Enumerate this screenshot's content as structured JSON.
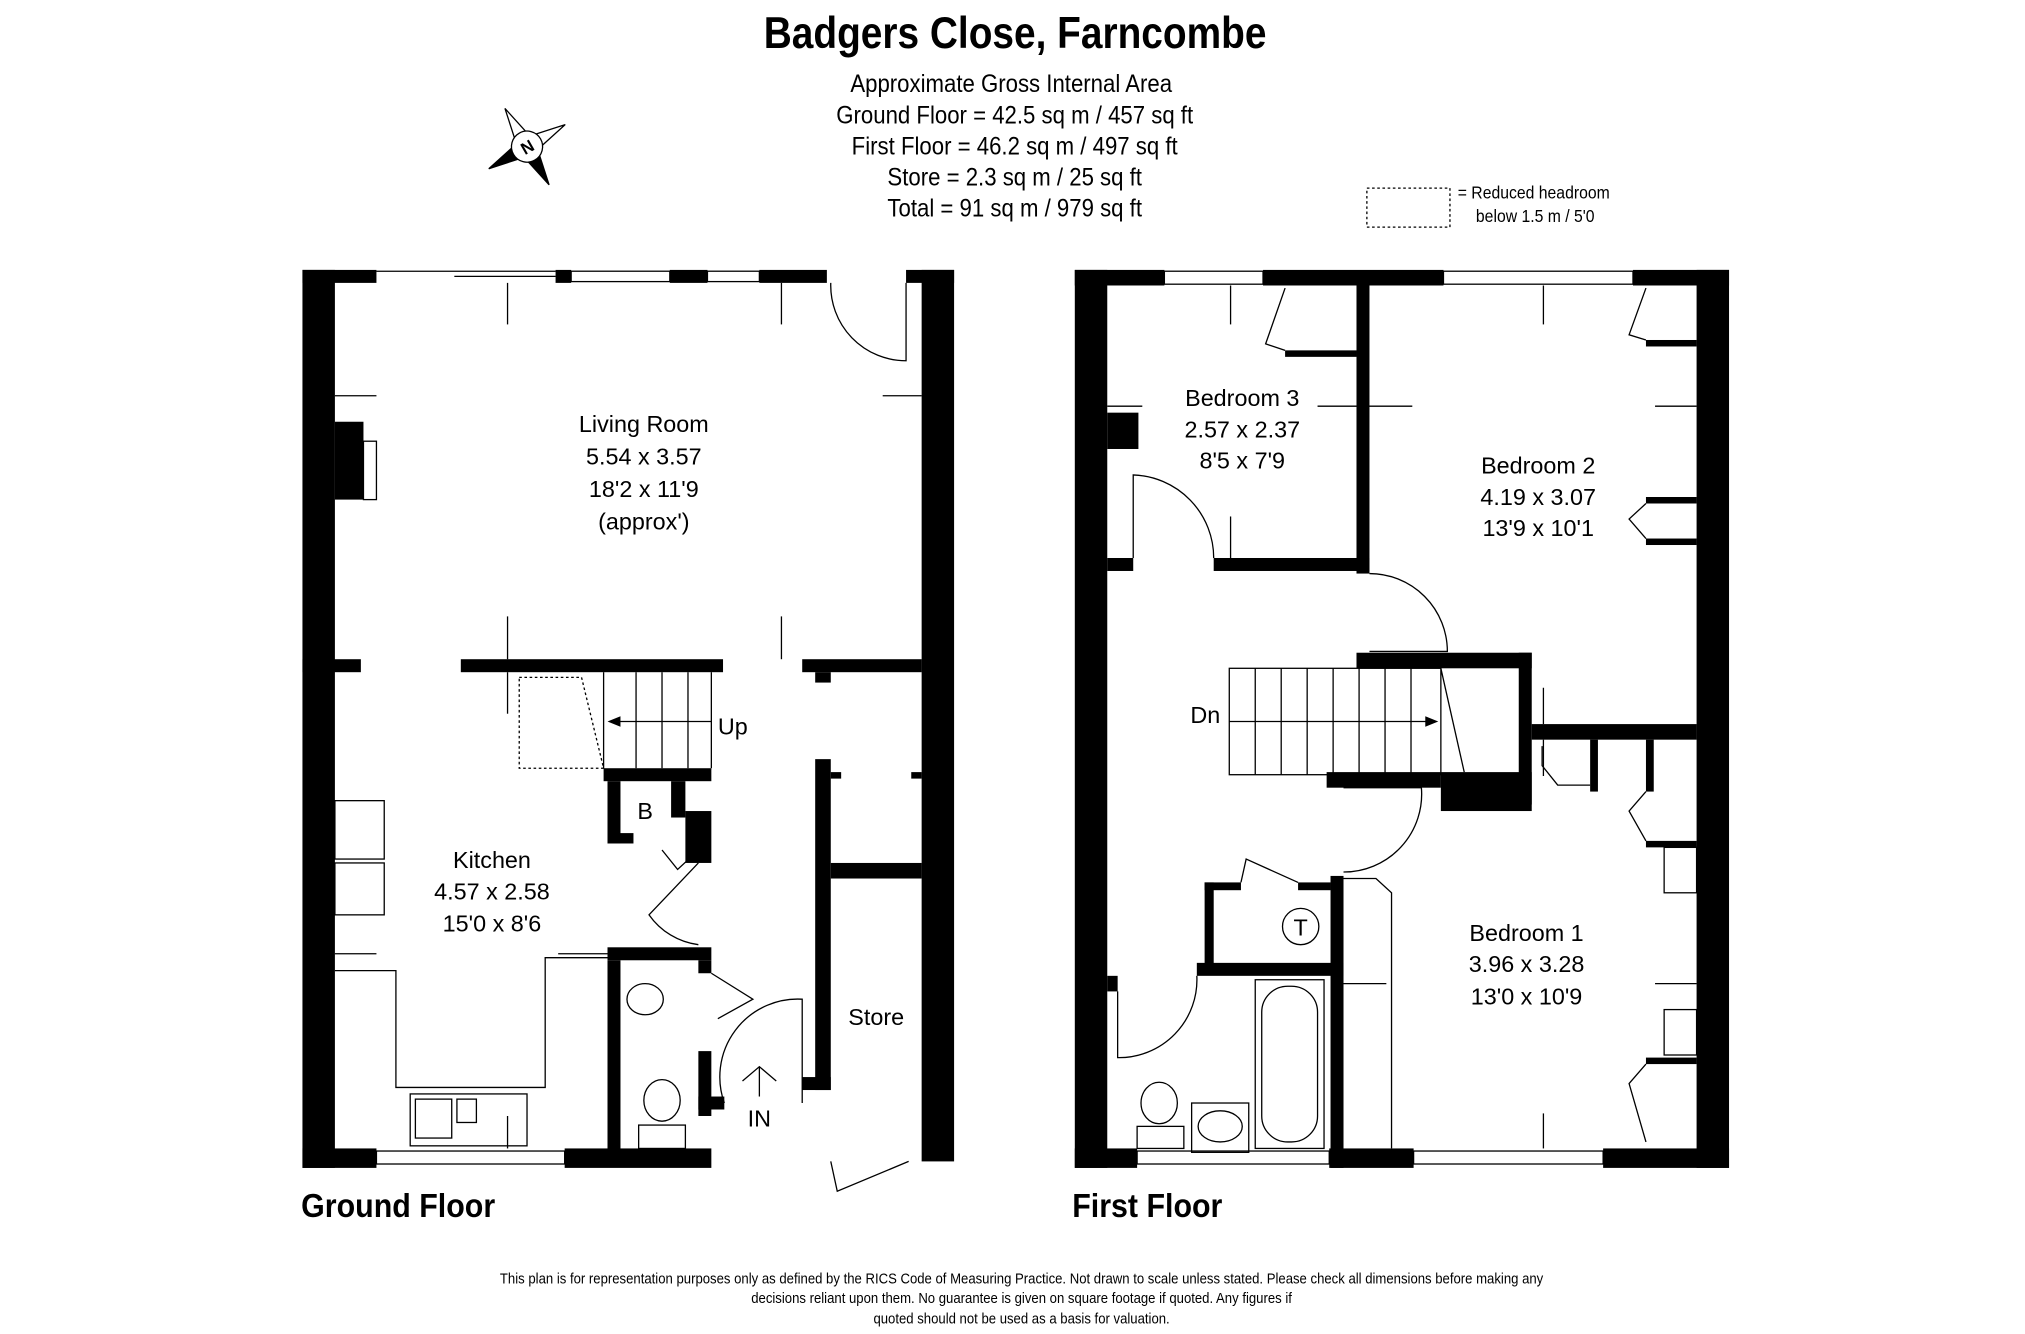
{
  "header": {
    "title": "Badgers Close, Farncombe",
    "area_heading": "Approximate Gross Internal Area",
    "area_lines": [
      "Ground Floor = 42.5 sq m / 457 sq ft",
      "First Floor = 46.2 sq m / 497 sq ft",
      "Store = 2.3 sq m / 25 sq ft",
      "Total = 91 sq m / 979 sq ft"
    ]
  },
  "compass": {
    "label": "N",
    "icon": "compass-rose-icon"
  },
  "legend": {
    "line1": "=  Reduced headroom",
    "line2": "below 1.5 m / 5'0"
  },
  "ground_floor": {
    "label": "Ground Floor",
    "living_room": {
      "name": "Living Room",
      "metric": "5.54 x 3.57",
      "imperial": "18'2 x 11'9",
      "note": "(approx')"
    },
    "kitchen": {
      "name": "Kitchen",
      "metric": "4.57 x 2.58",
      "imperial": "15'0 x 8'6"
    },
    "stairs_label": "Up",
    "boiler_label": "B",
    "store_label": "Store",
    "entrance_label": "IN"
  },
  "first_floor": {
    "label": "First Floor",
    "bedroom3": {
      "name": "Bedroom 3",
      "metric": "2.57 x 2.37",
      "imperial": "8'5 x 7'9"
    },
    "bedroom2": {
      "name": "Bedroom 2",
      "metric": "4.19 x 3.07",
      "imperial": "13'9 x 10'1"
    },
    "bedroom1": {
      "name": "Bedroom 1",
      "metric": "3.96 x 3.28",
      "imperial": "13'0 x 10'9"
    },
    "stairs_label": "Dn",
    "tank_label": "T"
  },
  "disclaimer": [
    "This plan is for representation purposes only as defined by the RICS Code of Measuring Practice. Not drawn to scale unless stated. Please check all dimensions before making any",
    "decisions reliant upon them. No guarantee is given on square footage if quoted. Any figures if",
    "quoted should not be used as a basis for valuation."
  ]
}
